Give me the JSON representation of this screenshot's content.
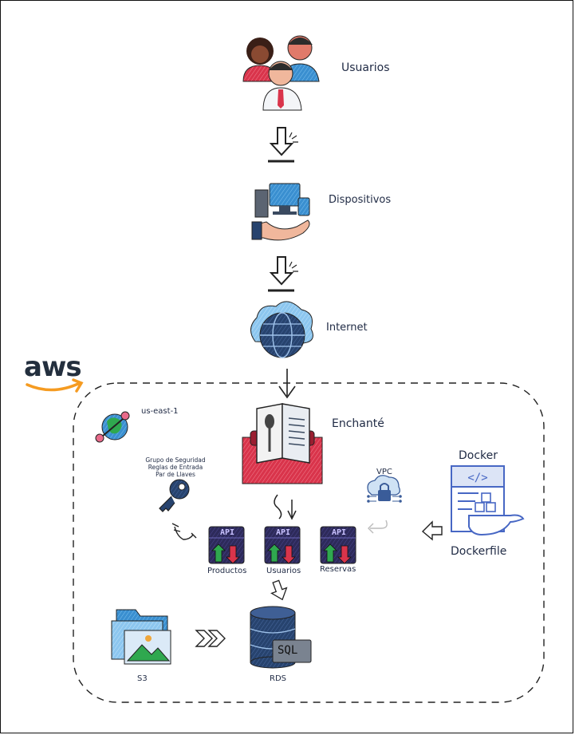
{
  "aws": {
    "logo_text": "aws"
  },
  "nodes": {
    "users": "Usuarios",
    "devices": "Dispositivos",
    "internet": "Internet",
    "app": "Enchanté",
    "region": "us-east-1",
    "security": [
      "Grupo de Seguridad",
      "Reglas de Entrada",
      "Par de Llaves"
    ],
    "vpc": "VPC",
    "docker": "Docker",
    "dockerfile": "Dockerfile",
    "api_productos": "Productos",
    "api_usuarios": "Usuarios",
    "api_reservas": "Reservas",
    "api_badge": "API",
    "s3": "S3",
    "rds": "RDS",
    "sql": "SQL"
  },
  "colors": {
    "navy": "#1f2a44",
    "red": "#d9344b",
    "blue": "#3a8fd0",
    "purple_dark": "#2d2a5a",
    "docker_blue": "#4767c4",
    "green": "#2fa84f"
  }
}
